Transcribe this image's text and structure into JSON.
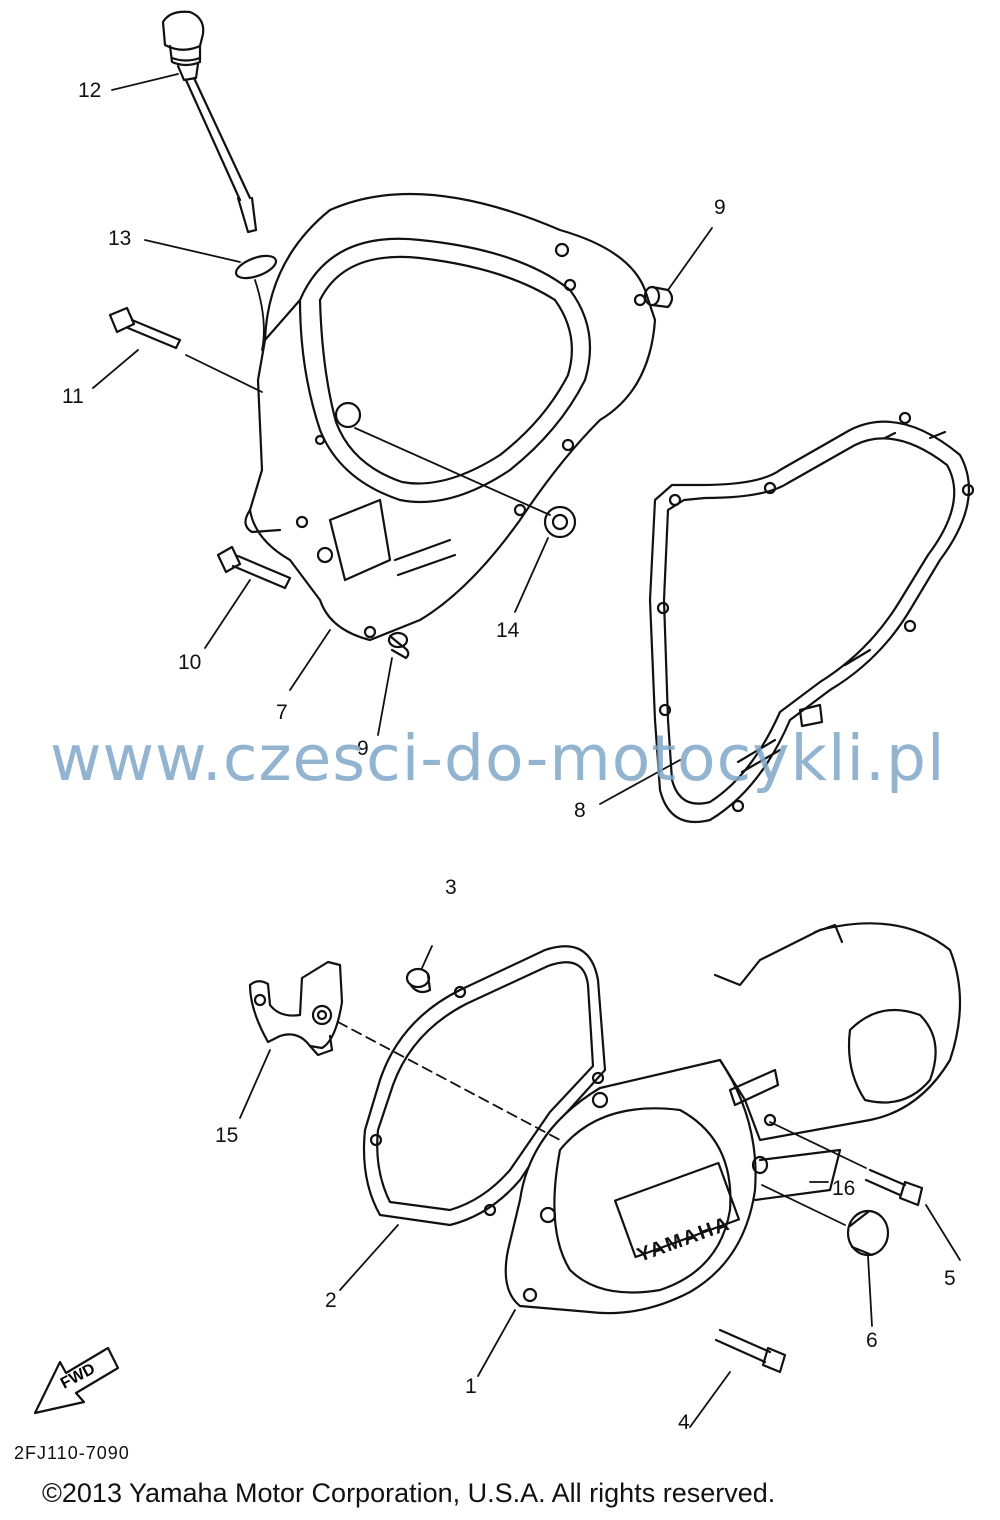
{
  "callouts": {
    "c1": "1",
    "c2": "2",
    "c3": "3",
    "c4": "4",
    "c5": "5",
    "c6": "6",
    "c7": "7",
    "c8": "8",
    "c9a": "9",
    "c9b": "9",
    "c10": "10",
    "c11": "11",
    "c12": "12",
    "c13": "13",
    "c14": "14",
    "c15": "15",
    "c16": "16"
  },
  "watermark": "www.czesci-do-motocykli.pl",
  "fwd_label": "FWD",
  "cover_brand": "YAMAHA",
  "drawing_code": "2FJ110-7090",
  "copyright": "©2013 Yamaha Motor Corporation, U.S.A. All rights reserved.",
  "colors": {
    "line": "#111111",
    "watermark": "#7fa8c9",
    "background": "#ffffff"
  }
}
